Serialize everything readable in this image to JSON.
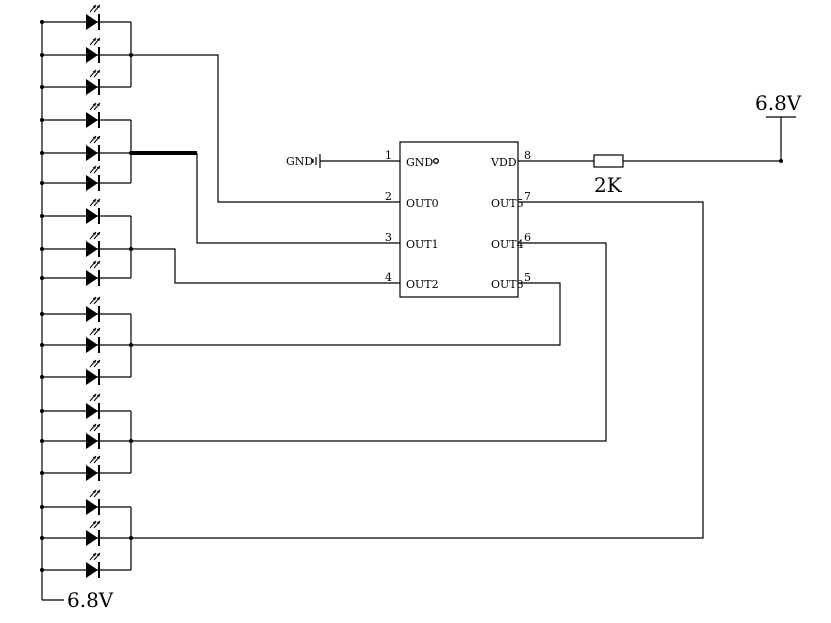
{
  "supply_left": "6.8V",
  "supply_right": "6.8V",
  "resistor": "2K",
  "ic": {
    "left_pins": [
      {
        "num": "1",
        "name": "GND"
      },
      {
        "num": "2",
        "name": "OUT0"
      },
      {
        "num": "3",
        "name": "OUT1"
      },
      {
        "num": "4",
        "name": "OUT2"
      }
    ],
    "right_pins": [
      {
        "num": "8",
        "name": "VDD"
      },
      {
        "num": "7",
        "name": "OUT5"
      },
      {
        "num": "6",
        "name": "OUT4"
      },
      {
        "num": "5",
        "name": "OUT3"
      }
    ]
  },
  "gnd_label": "GND"
}
